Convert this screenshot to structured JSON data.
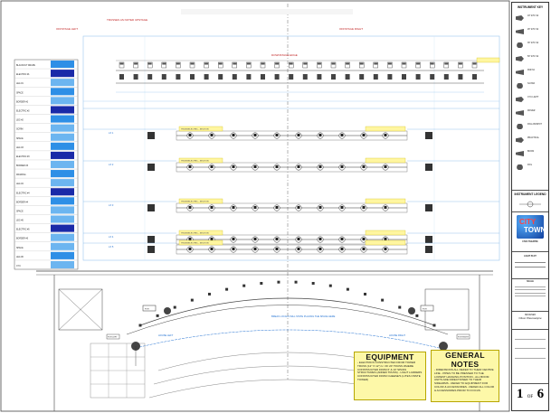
{
  "drawing": {
    "top_title": "",
    "offstage_left_label": "OFFSTAGE LEFT",
    "offstage_right_label": "OFFSTAGE RIGHT",
    "top_note": "TRUSSES AS NOTED\nUPSTAGE",
    "orchestra_label": "DOWNSTAGE EDGE",
    "stage_note": "BREAK LOCALS WILL\nSTATE PLACING THE\nSPACE HERE",
    "house_left_label": "HOUSE LEFT",
    "house_right_label": "HOUSE RIGHT",
    "fohl_label": "FOH LEFT",
    "fohr_label": "FOH RIGHT",
    "truss_section_label": "TRUSS/ELECTRIC - SECTION",
    "wing_labels": [
      "LX 1",
      "LX 2",
      "LX 3",
      "LX 4",
      "LX 5"
    ],
    "rail_labels": [
      "BLACKOUT DRAPE",
      "ELECTRIC #1",
      "LEG #1",
      "SPACE",
      "BORDER #2",
      "ELECTRIC #2",
      "LEG #2",
      "SCRIM",
      "SPACE",
      "LEG #3",
      "ELECTRIC #3",
      "BORDER #3",
      "MASKING",
      "LEG #4",
      "ELECTRIC #4",
      "BORDER #4",
      "SPACE",
      "LEG #5",
      "ELECTRIC #5",
      "BORDER #5",
      "SPACE",
      "LEG #6",
      "CYC"
    ]
  },
  "legend": {
    "title": "INSTRUMENT KEY",
    "items": [
      "19° ETC S4",
      "26° ETC S4",
      "36° ETC S4",
      "50° ETC S4",
      "PAR 64",
      "S4 PAR",
      "CYC LIGHT",
      "MOVER",
      "FOLLOWSPOT",
      "PRACTICAL",
      "BOOM",
      "FOG"
    ]
  },
  "titleblock": {
    "section2_title": "INSTRUMENT LEGEND",
    "logo_line1": "CITY",
    "logo_line2": "TOWN",
    "venue": "CIVIC THEATRE",
    "sheet_name": "LIGHT PLOT",
    "scale_label": "SCALE",
    "designer_label": "DESIGNER",
    "designer_name": "Oliver Plasmadyne",
    "sheet_no": "1",
    "sheet_of": "OF",
    "sheet_total": "6"
  },
  "notes": {
    "equipment_title": "EQUIPMENT",
    "equipment_body": "- ELECTRICS CONSTRUCTED FROM TOWER TRUSS (12\" X 12\") U. OF 20' TRUSS WHERE CONSTRUCTED FROM 6' & 10' SPANS STRUCTURES (ADDED TRUSS) - LIGHT LADDERS CONSTRUCTED FROM CHEESE'S (LITES ONSTE TOWER)",
    "general_title": "GENERAL NOTES",
    "general_body": "- DIMENSIONS ALL REFER TO THEIR CENTRE LINE - PIPES TO BE PRESSED TO THE LOWEST HANGING POSITION - ALL BOOM UNITS ARE DIRECTIONED TO THEIR SIDEARMS - REFER TO EQUIPMENT FOR COLOR & ACCESSORIES - REFER ALL COLOR & ACCESSORIES PRIOR TO FOCUS"
  }
}
